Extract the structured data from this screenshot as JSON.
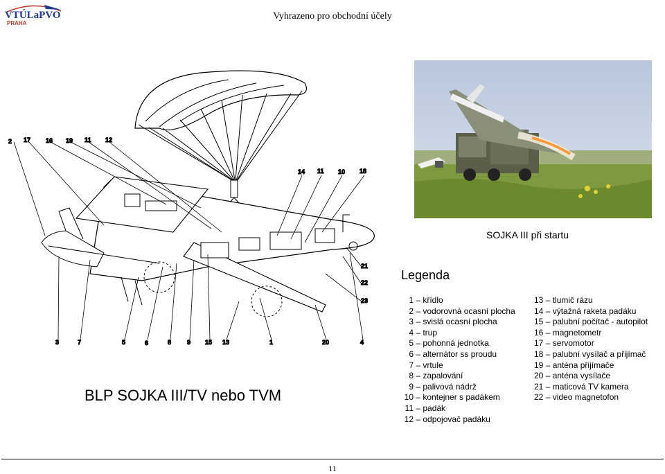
{
  "logo": {
    "line1": "VTÚLaPVO",
    "line2": "PRAHA"
  },
  "header": {
    "text": "Vyhrazeno pro obchodní účely"
  },
  "drawing": {
    "callouts_top": [
      "2",
      "17",
      "16",
      "19",
      "11",
      "12"
    ],
    "callouts_mid": [
      "14",
      "11",
      "10",
      "18"
    ],
    "callouts_right": [
      "21",
      "22",
      "23"
    ],
    "callouts_bottom": [
      "3",
      "7",
      "5",
      "6",
      "8",
      "9",
      "15",
      "13",
      "1",
      "20",
      "4"
    ]
  },
  "photo": {
    "caption": "SOJKA III při startu"
  },
  "legend": {
    "title": "Legenda",
    "left": [
      {
        "num": "1",
        "label": "křídlo"
      },
      {
        "num": "2",
        "label": "vodorovná ocasní plocha"
      },
      {
        "num": "3",
        "label": "svislá ocasní plocha"
      },
      {
        "num": "4",
        "label": "trup"
      },
      {
        "num": "5",
        "label": "pohonná jednotka"
      },
      {
        "num": "6",
        "label": "alternátor ss proudu"
      },
      {
        "num": "7",
        "label": "vrtule"
      },
      {
        "num": "8",
        "label": "zapalování"
      },
      {
        "num": "9",
        "label": "palivová nádrž"
      },
      {
        "num": "10",
        "label": "kontejner s padákem"
      },
      {
        "num": "11",
        "label": "padák"
      },
      {
        "num": "12",
        "label": "odpojovač padáku"
      }
    ],
    "right": [
      {
        "num": "13",
        "label": "tlumič rázu"
      },
      {
        "num": "14",
        "label": "výtažná raketa padáku"
      },
      {
        "num": "15",
        "label": "palubní počítač - autopilot"
      },
      {
        "num": "16",
        "label": "magnetometr"
      },
      {
        "num": "17",
        "label": "servomotor"
      },
      {
        "num": "18",
        "label": "palubní vysílač a přijímač"
      },
      {
        "num": "19",
        "label": "anténa přijímače"
      },
      {
        "num": "20",
        "label": "anténa vysílače"
      },
      {
        "num": "21",
        "label": "maticová TV kamera"
      },
      {
        "num": "22",
        "label": "video magnetofon"
      }
    ]
  },
  "title": "BLP SOJKA III/TV nebo TVM",
  "footer": {
    "page": "11"
  }
}
